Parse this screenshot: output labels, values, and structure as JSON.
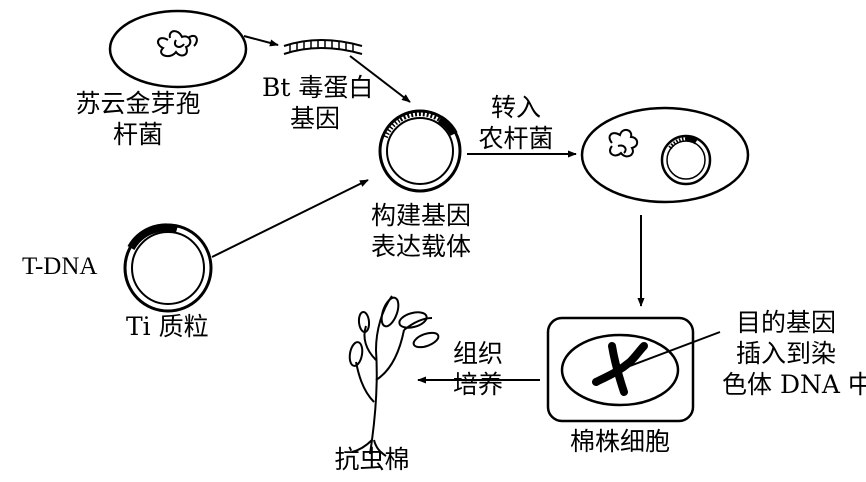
{
  "labels": {
    "bacterium_line1": "苏云金芽孢",
    "bacterium_line2": "杆菌",
    "bt_gene_line1": "Bt 毒蛋白",
    "bt_gene_line2": "基因",
    "vector_line1": "构建基因",
    "vector_line2": "表达载体",
    "transfer_line1": "转入",
    "transfer_line2": "农杆菌",
    "tdna": "T-DNA",
    "ti_plasmid": "Ti 质粒",
    "insertion_line1": "目的基因",
    "insertion_line2": "插入到染",
    "insertion_line3": "色体 DNA 中",
    "cotton_cell": "棉株细胞",
    "culture_line1": "组织",
    "culture_line2": "培养",
    "pest_resistant_cotton": "抗虫棉"
  }
}
